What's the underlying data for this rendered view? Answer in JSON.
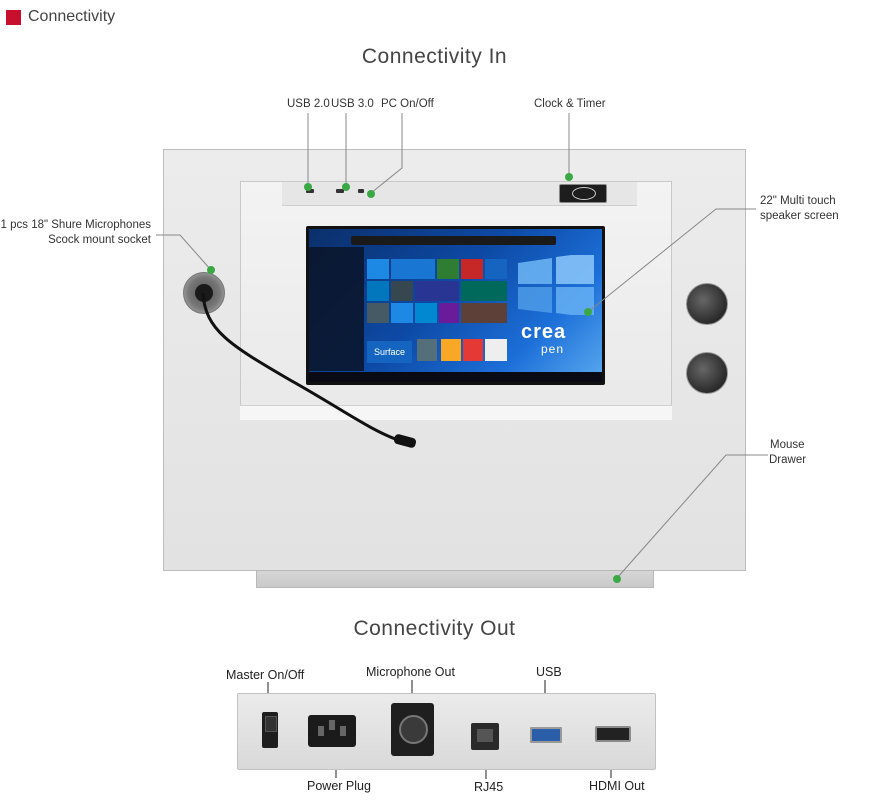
{
  "header": {
    "title": "Connectivity"
  },
  "sections": {
    "in_title": "Connectivity In",
    "out_title": "Connectivity Out"
  },
  "callouts_in": {
    "usb2": "USB 2.0",
    "usb3": "USB 3.0",
    "pc": "PC On/Off",
    "clock": "Clock & Timer",
    "screen_l1": "22\" Multi touch",
    "screen_l2": "speaker screen",
    "mic_l1": "1 pcs 18\" Shure Microphones",
    "mic_l2": "Scock mount socket",
    "mouse_l1": "Mouse",
    "mouse_l2": "Drawer"
  },
  "callouts_out": {
    "master": "Master On/Off",
    "mic_out": "Microphone Out",
    "usb": "USB",
    "power": "Power Plug",
    "rj45": "RJ45",
    "hdmi": "HDMI Out"
  },
  "screen": {
    "brand1": "crea",
    "brand2": "pen",
    "tile": "Surface"
  },
  "colors": {
    "accent": "#c8102e",
    "dot": "#3aa845"
  }
}
